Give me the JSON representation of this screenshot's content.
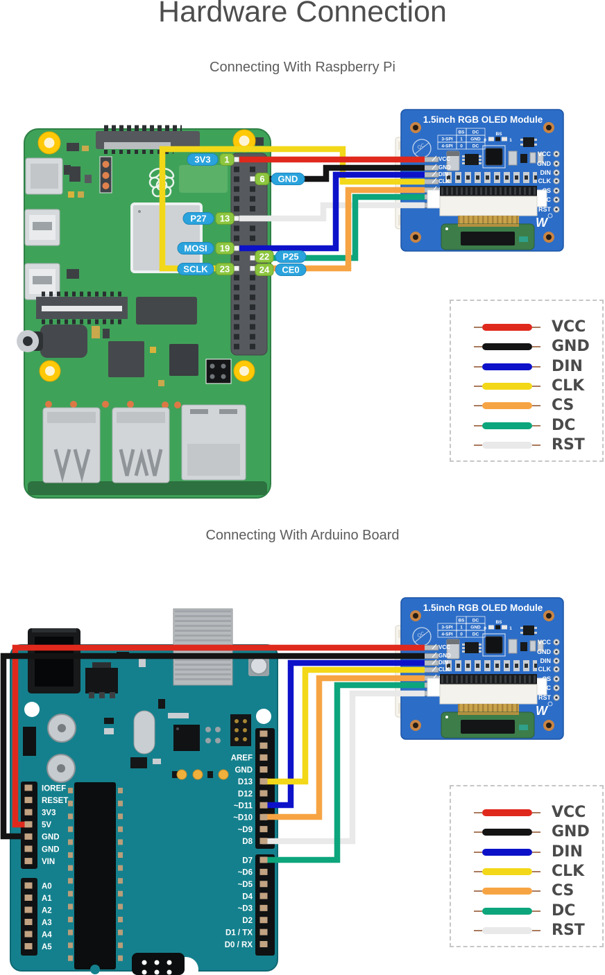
{
  "page": {
    "title": "Hardware Connection"
  },
  "sections": {
    "raspberry_pi": {
      "subtitle": "Connecting With Raspberry Pi"
    },
    "arduino": {
      "subtitle": "Connecting With Arduino Board"
    }
  },
  "wire_colors": {
    "VCC": "#e0291d",
    "GND": "#141414",
    "DIN": "#0d12c9",
    "CLK": "#f2d818",
    "CS": "#f6a443",
    "DC": "#0da57c",
    "RST": "#e9e9e9"
  },
  "legend": {
    "items": [
      {
        "label": "VCC"
      },
      {
        "label": "GND"
      },
      {
        "label": "DIN"
      },
      {
        "label": "CLK"
      },
      {
        "label": "CS"
      },
      {
        "label": "DC"
      },
      {
        "label": "RST"
      }
    ]
  },
  "oled_module": {
    "title": "1.5inch RGB OLED Module",
    "qc_mark": "QC",
    "brand": "W",
    "bs_jumper": "BS",
    "bs_jumper_options": [
      "0",
      "1"
    ],
    "bs_table": {
      "col_headers": [
        "BS",
        "DC"
      ],
      "rows": [
        {
          "mode": "3-SPI",
          "bs": "1",
          "dc": "GND"
        },
        {
          "mode": "4-SPI",
          "bs": "0",
          "dc": "DC"
        }
      ]
    },
    "left_pins": [
      "VCC",
      "GND",
      "DIN",
      "CLK",
      "CS",
      "DC",
      "RST"
    ],
    "right_pins": [
      "VCC",
      "GND",
      "DIN",
      "CLK",
      "CS",
      "DC",
      "RST"
    ]
  },
  "raspberry_pi": {
    "pin_labels": [
      {
        "name": "3V3",
        "pin": "1"
      },
      {
        "name": "GND",
        "pin": "6"
      },
      {
        "name": "P27",
        "pin": "13"
      },
      {
        "name": "MOSI",
        "pin": "19"
      },
      {
        "name": "P25",
        "pin": "22"
      },
      {
        "name": "SCLK",
        "pin": "23"
      },
      {
        "name": "CE0",
        "pin": "24"
      }
    ],
    "connections": [
      {
        "board_pin": "3V3 (pin 1)",
        "module_pin": "VCC",
        "wire": "VCC"
      },
      {
        "board_pin": "GND (pin 6)",
        "module_pin": "GND",
        "wire": "GND"
      },
      {
        "board_pin": "MOSI (pin 19)",
        "module_pin": "DIN",
        "wire": "DIN"
      },
      {
        "board_pin": "SCLK (pin 23)",
        "module_pin": "CLK",
        "wire": "CLK"
      },
      {
        "board_pin": "CE0 (pin 24)",
        "module_pin": "CS",
        "wire": "CS"
      },
      {
        "board_pin": "P25 (pin 22)",
        "module_pin": "DC",
        "wire": "DC"
      },
      {
        "board_pin": "P27 (pin 13)",
        "module_pin": "RST",
        "wire": "RST"
      }
    ]
  },
  "arduino": {
    "digital_pins": [
      "AREF",
      "GND",
      "D13",
      "D12",
      "~D11",
      "~D10",
      "~D9",
      "D8",
      "D7",
      "~D6",
      "~D5",
      "D4",
      "~D3",
      "D2",
      "D1 / TX",
      "D0 / RX"
    ],
    "power_pins": [
      "IOREF",
      "RESET",
      "3V3",
      "5V",
      "GND",
      "GND",
      "VIN"
    ],
    "analog_pins": [
      "A0",
      "A1",
      "A2",
      "A3",
      "A4",
      "A5"
    ],
    "connections": [
      {
        "board_pin": "5V",
        "module_pin": "VCC",
        "wire": "VCC"
      },
      {
        "board_pin": "GND",
        "module_pin": "GND",
        "wire": "GND"
      },
      {
        "board_pin": "~D11",
        "module_pin": "DIN",
        "wire": "DIN"
      },
      {
        "board_pin": "D13",
        "module_pin": "CLK",
        "wire": "CLK"
      },
      {
        "board_pin": "~D10",
        "module_pin": "CS",
        "wire": "CS"
      },
      {
        "board_pin": "D7",
        "module_pin": "DC",
        "wire": "DC"
      },
      {
        "board_pin": "D8",
        "module_pin": "RST",
        "wire": "RST"
      }
    ]
  }
}
